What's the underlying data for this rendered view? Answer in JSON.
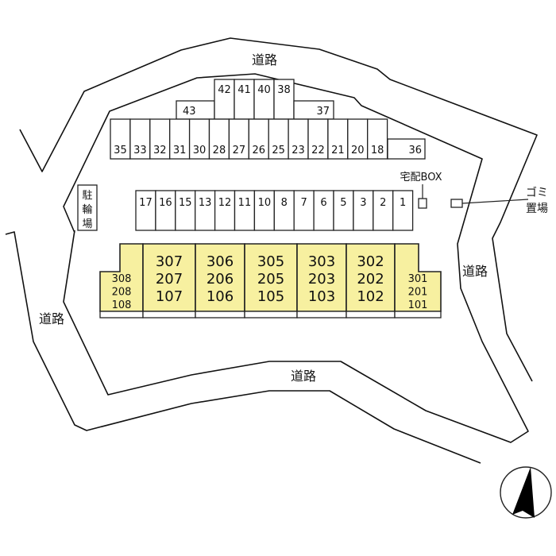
{
  "roads": {
    "top": "道路",
    "right": "道路",
    "left": "道路",
    "bottom": "道路"
  },
  "parking": {
    "upper_tier": [
      "42",
      "41",
      "40",
      "38"
    ],
    "upper_left": "43",
    "upper_right": "37",
    "top_row": [
      "35",
      "33",
      "32",
      "31",
      "30",
      "28",
      "27",
      "26",
      "25",
      "23",
      "22",
      "21",
      "20",
      "18"
    ],
    "top_row_end": "36",
    "middle_row": [
      "17",
      "16",
      "15",
      "13",
      "12",
      "11",
      "10",
      "8",
      "7",
      "6",
      "5",
      "3",
      "2",
      "1"
    ]
  },
  "facilities": {
    "bicycle_parking": [
      "駐",
      "輪",
      "場"
    ],
    "delivery_box": "宅配BOX",
    "garbage_line1": "ゴミ",
    "garbage_line2": "置場"
  },
  "building": {
    "color": "#f7f0a0",
    "units": [
      [
        "308",
        "208",
        "108"
      ],
      [
        "307",
        "207",
        "107"
      ],
      [
        "306",
        "206",
        "106"
      ],
      [
        "305",
        "205",
        "105"
      ],
      [
        "303",
        "203",
        "103"
      ],
      [
        "302",
        "202",
        "102"
      ],
      [
        "301",
        "201",
        "101"
      ]
    ]
  },
  "compass": "north-arrow"
}
